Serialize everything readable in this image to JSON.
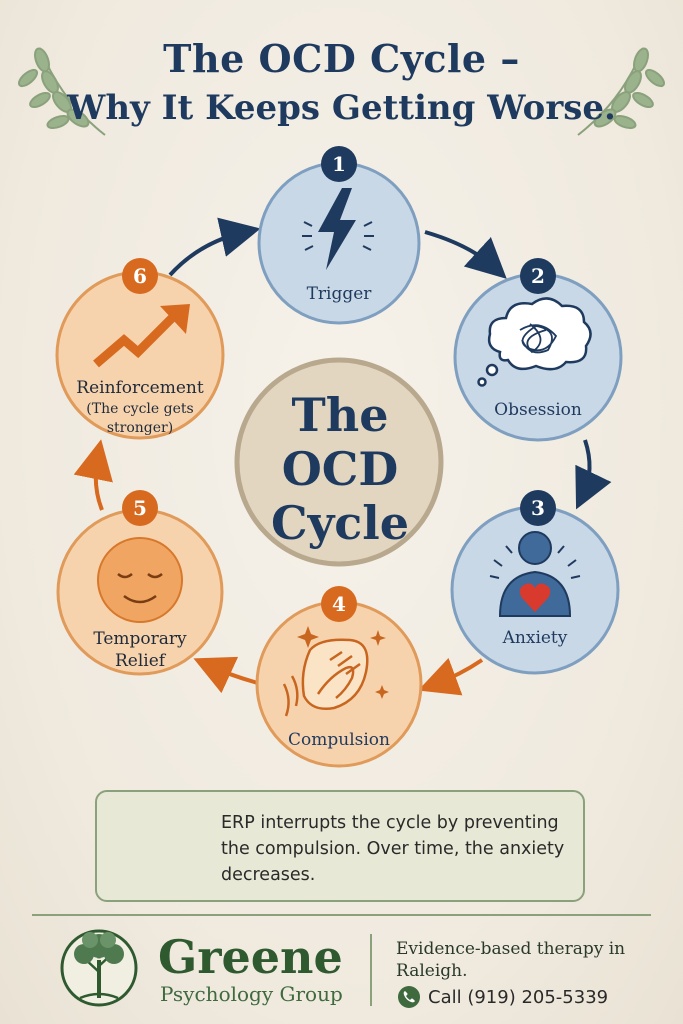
{
  "title": {
    "line1": "The OCD Cycle –",
    "line2": "Why It Keeps Getting Worse."
  },
  "center": {
    "line1": "The",
    "line2": "OCD",
    "line3": "Cycle"
  },
  "steps": [
    {
      "number": "1",
      "label": "Trigger",
      "icon": "lightning-icon"
    },
    {
      "number": "2",
      "label": "Obsession",
      "icon": "thought-cloud-icon"
    },
    {
      "number": "3",
      "label": "Anxiety",
      "icon": "person-heart-icon"
    },
    {
      "number": "4",
      "label": "Compulsion",
      "icon": "hand-washing-icon"
    },
    {
      "number": "5",
      "label_line1": "Temporary",
      "label_line2": "Relief",
      "icon": "calm-face-icon"
    },
    {
      "number": "6",
      "label": "Reinforcement",
      "sub_line1": "(The cycle gets",
      "sub_line2": "stronger)",
      "icon": "rising-arrow-icon"
    }
  ],
  "info": {
    "text": "ERP interrupts the cycle by preventing the compulsion. Over time, the anxiety decreases.",
    "icon": "sprout-icon"
  },
  "footer": {
    "brand": "Greene",
    "brand_sub": "Psychology Group",
    "tagline": "Evidence-based therapy in Raleigh.",
    "phone": "Call (919) 205-5339",
    "logo_icon": "tree-icon",
    "phone_icon": "phone-icon"
  },
  "colors": {
    "navy": "#1f3a5f",
    "blue_fill": "#c9d8e6",
    "orange": "#d86a1f",
    "orange_fill": "#f7d3ad",
    "green": "#3e6a3e"
  }
}
